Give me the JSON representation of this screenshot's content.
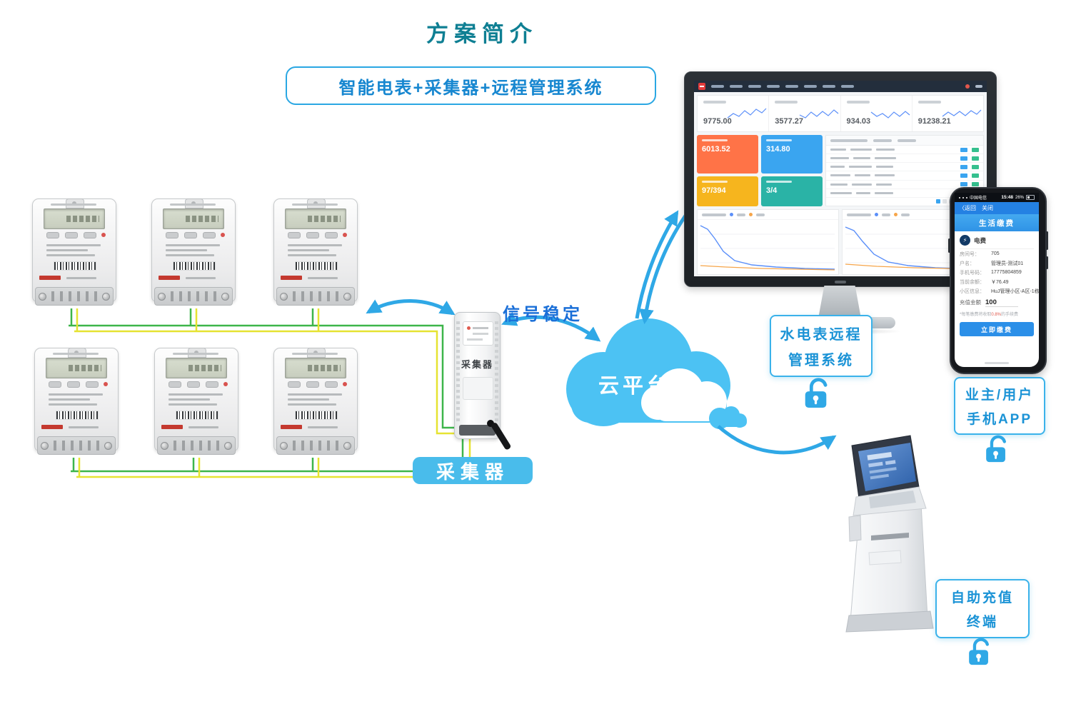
{
  "title": "方案简介",
  "banner": {
    "text": "智能电表+采集器+远程管理系统"
  },
  "labels": {
    "signal": "信号稳定",
    "collector_device": "采集器",
    "collector_tag": "采集器",
    "cloud": "云平台",
    "management_line1": "水电表远程",
    "management_line2": "管理系统",
    "app_line1": "业主/用户",
    "app_line2": "手机APP",
    "kiosk_line1": "自助充值",
    "kiosk_line2": "终端"
  },
  "dashboard": {
    "stats": [
      {
        "value": "9775.00"
      },
      {
        "value": "3577.27"
      },
      {
        "value": "934.03"
      },
      {
        "value": "91238.21"
      }
    ],
    "tiles": [
      {
        "value": "6013.52",
        "color": "#ff7347"
      },
      {
        "value": "314.80",
        "color": "#3aa5f0"
      },
      {
        "value": "97/394",
        "color": "#f6b51e"
      },
      {
        "value": "3/4",
        "color": "#2ab3a6"
      }
    ]
  },
  "phone": {
    "carrier": "中国电信",
    "time": "15:48",
    "battery": "26%",
    "nav_back": "〈返回",
    "nav_close": "关闭",
    "banner": "生活缴费",
    "service": "电费",
    "service_icon": "⚡",
    "fields": [
      {
        "label": "房间号：",
        "value": "705"
      },
      {
        "label": "户名：",
        "value": "管理员-测试01"
      },
      {
        "label": "手机号码：",
        "value": "17775804859"
      },
      {
        "label": "当前余额：",
        "value": "￥76.49"
      },
      {
        "label": "小区信息：",
        "value": "HuJ管理小区-A区-1栋"
      }
    ],
    "amount_label": "充值金额",
    "amount_value": "100",
    "note_pre": "*每笔缴费将收取",
    "note_pct": "0.8%",
    "note_post": "的手续费",
    "pay_button": "立即缴费"
  },
  "colors": {
    "accent_blue": "#2fa8e6",
    "cloud_blue": "#4cc2f3",
    "wire_green": "#3db54a",
    "wire_yellow": "#e6e332",
    "title_teal": "#0e7f93"
  }
}
